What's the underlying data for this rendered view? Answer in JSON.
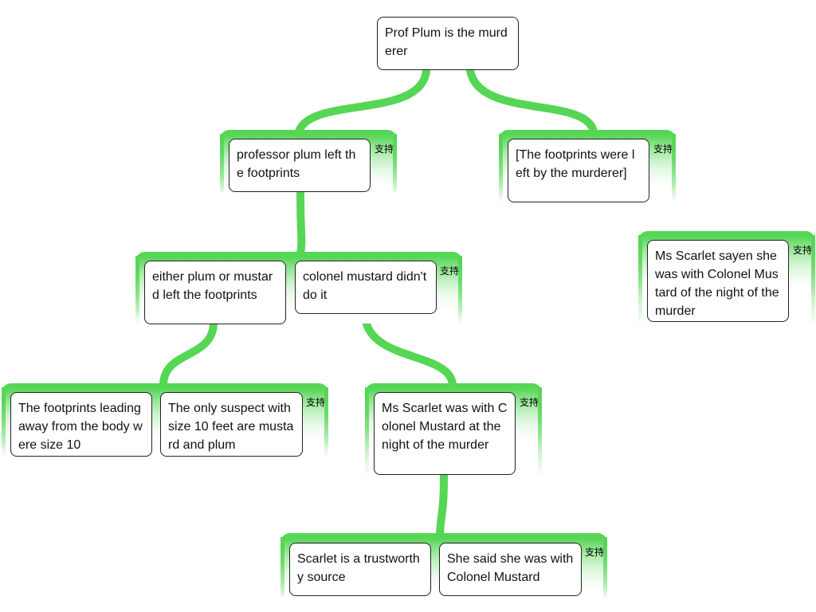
{
  "root": {
    "text": "Prof Plum is the murderer"
  },
  "tag_label": "支持",
  "nodes": {
    "n1": "professor plum left the footprints",
    "n2": "[The footprints were left by the murderer]",
    "n3": "Ms Scarlet sayen she was with Colonel Mustard of the night of the murder",
    "n4": "either plum or mustard left the footprints",
    "n5": "colonel mustard didn't do it",
    "n6": "The footprints leading away from the body were size 10",
    "n7": "The only suspect with size 10 feet are mustard and plum",
    "n8": "Ms Scarlet was with Colonel Mustard at the night of the murder",
    "n9": "Scarlet is a trustworthy source",
    "n10": "She said she was with Colonel Mustard"
  },
  "colors": {
    "connector": "#55d655",
    "border": "#222222"
  }
}
